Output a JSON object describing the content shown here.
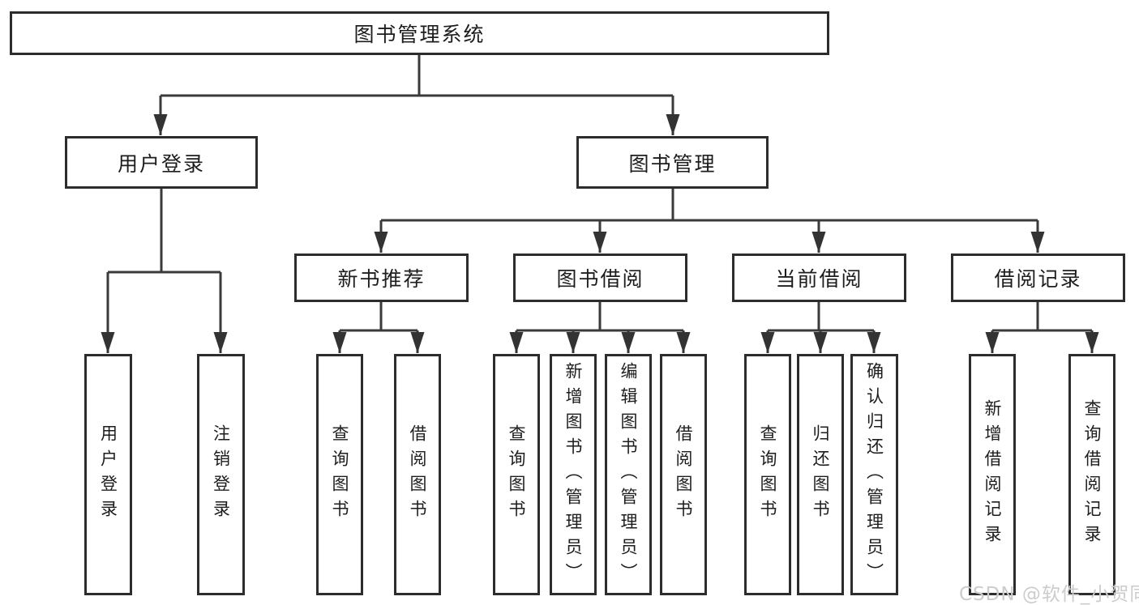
{
  "diagram": {
    "root": {
      "label": "图书管理系统"
    },
    "user_login": {
      "label": "用户登录",
      "children": [
        "用户登录",
        "注销登录"
      ]
    },
    "book_mgmt": {
      "label": "图书管理",
      "sections": [
        {
          "label": "新书推荐",
          "children": [
            "查询图书",
            "借阅图书"
          ]
        },
        {
          "label": "图书借阅",
          "children": [
            "查询图书",
            "新增图书（管理员）",
            "编辑图书（管理员）",
            "借阅图书"
          ]
        },
        {
          "label": "当前借阅",
          "children": [
            "查询图书",
            "归还图书",
            "确认归还（管理员）"
          ]
        },
        {
          "label": "借阅记录",
          "children": [
            "新增借阅记录",
            "查询借阅记录"
          ]
        }
      ]
    }
  },
  "watermark": {
    "text": "CSDN @软件_小贺同学"
  },
  "colors": {
    "line": "#3a3a3a",
    "arrow": "#333333",
    "box_border": "#2d2d2d",
    "text": "#1d1d1d",
    "watermark": "#cccccc",
    "background": "#ffffff"
  }
}
